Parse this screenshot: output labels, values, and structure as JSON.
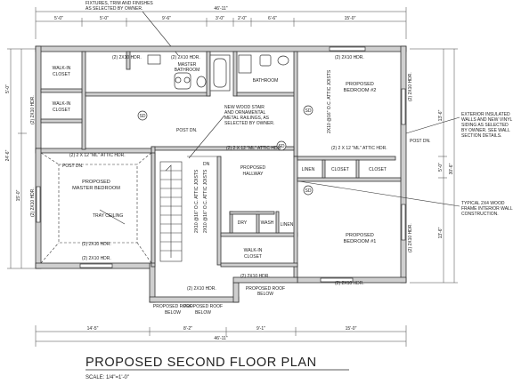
{
  "plan": {
    "title": "PROPOSED SECOND FLOOR PLAN",
    "scale": "SCALE: 1/4\"=1'-0\"",
    "rooms": {
      "walkin_closet_tl_1": "WALK-IN",
      "walkin_closet_tl_2": "CLOSET",
      "walkin_closet_tl2_1": "WALK-IN",
      "walkin_closet_tl2_2": "CLOSET",
      "master_bath_1": "MASTER",
      "master_bath_2": "BATHROOM",
      "bathroom": "BATHROOM",
      "bedroom2_1": "PROPOSED",
      "bedroom2_2": "BEDROOM #2",
      "master_bed_1": "PROPOSED",
      "master_bed_2": "MASTER BEDROOM",
      "hallway_1": "PROPOSED",
      "hallway_2": "HALLWAY",
      "linen_1": "LINEN",
      "linen_2": "LINEN",
      "closet_1": "CLOSET",
      "closet_2": "CLOSET",
      "dry": "DRY",
      "wash": "WASH",
      "bedroom1_1": "PROPOSED",
      "bedroom1_2": "BEDROOM #1",
      "walkin_closet_c_1": "WALK-IN",
      "walkin_closet_c_2": "CLOSET",
      "roof_below_a_1": "PROPOSED ROOF",
      "roof_below_a_2": "BELOW",
      "roof_below_b_1": "PROPOSED ROOF",
      "roof_below_b_2": "BELOW",
      "roof_below_c_1": "PROPOSED ROOF",
      "roof_below_c_2": "BELOW"
    },
    "notes": {
      "fixtures_1": "FIXTURES, TRIM AND FINISHES",
      "fixtures_2": "AS SELECTED BY OWNER.",
      "stair_1": "NEW WOOD STAIR",
      "stair_2": "AND ORNAMENTAL",
      "stair_3": "METAL RAILINGS, AS",
      "stair_4": "SELECTED BY OWNER.",
      "exterior_1": "EXTERIOR INSULATED",
      "exterior_2": "WALLS AND NEW VINYL",
      "exterior_3": "SIDING AS SELECTED",
      "exterior_4": "BY OWNER. SEE WALL",
      "exterior_5": "SECTION DETAILS.",
      "typical_1": "TYPICAL 2X4 WOOD",
      "typical_2": "FRAME INTERIOR WALL",
      "typical_3": "CONSTRUCTION.",
      "tray_ceiling": "TRAY CEILING",
      "post_dn_1": "POST DN.",
      "post_dn_2": "POST DN.",
      "post_dn_3": "POST DN.",
      "attic_hdr_1": "(2) 2 X 12 \"ML\" ATTIC HDR.",
      "attic_hdr_2": "(2) 2 X 12 \"ML\" ATTIC HDR.",
      "attic_hdr_3": "(2) 2 X 12 \"ML\" ATTIC HDR.",
      "attic_joists_1": "2X10 @16\" O.C. ATTIC JOISTS",
      "attic_joists_2": "2X10 @16\" O.C. ATTIC JOISTS",
      "attic_joists_3": "2X10 @16\" O.C. ATTIC JOISTS",
      "hdr_1": "(2) 2X10 HDR.",
      "hdr_2": "(2) 2X10 HDR.",
      "hdr_3": "(2) 2X10 HDR.",
      "hdr_4": "(2) 2X10 HDR.",
      "hdr_5": "(2) 2X10 HDR.",
      "hdr_6": "(2) 2X10 HDR.",
      "hdr_7": "(2) 2X10 HDR.",
      "hdr_8": "(2) 2X10 HDR.",
      "hdr_9": "(2) 2X10 HDR.",
      "hdr_10": "(2) 2X10 HDR.",
      "hdr_11": "(2) 2X10 HDR.",
      "hdr_12": "(2) 2X10 HDR.",
      "dn": "DN",
      "sd_1": "SD",
      "sd_2": "SD",
      "sd_3": "SD",
      "sd_4": "SD"
    },
    "dimensions": {
      "top_overall": "46'-11\"",
      "top_1": "5'-0\"",
      "top_2": "5'-0\"",
      "top_3": "9'-6\"",
      "top_4": "3'-0\"",
      "top_5": "2'-0\"",
      "top_6": "6'-6\"",
      "top_7": "15'-0\"",
      "bot_overall": "46'-11\"",
      "bot_1": "14'-5\"",
      "bot_2": "8'-2\"",
      "bot_3": "9'-1\"",
      "bot_4": "15'-0\"",
      "left_1": "5'-0\"",
      "left_2": "24'-6\"",
      "left_3": "15'-0\"",
      "right_1": "13'-6\"",
      "right_2": "5'-0\"",
      "right_3": "13'-6\"",
      "right_4": "30'-6\""
    }
  }
}
